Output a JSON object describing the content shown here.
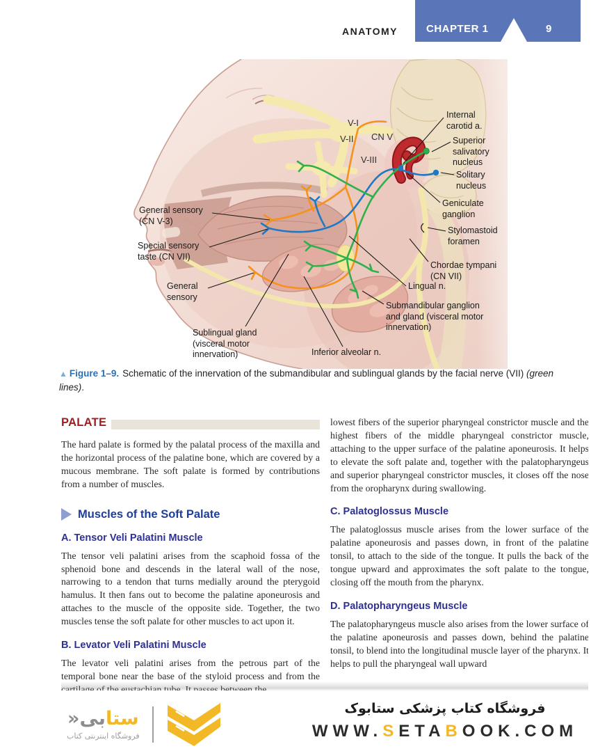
{
  "header": {
    "section_label": "ANATOMY",
    "chapter": "CHAPTER 1",
    "page_number": "9"
  },
  "figure": {
    "nerve_labels": {
      "v1": "V-I",
      "v2": "V-II",
      "cnv": "CN V",
      "v3": "V-III"
    },
    "labels": {
      "general_sensory_cnv3": [
        "General sensory",
        "(CN V-3)"
      ],
      "special_sensory": [
        "Special sensory",
        "taste (CN VII)"
      ],
      "general_sensory": [
        "General",
        "sensory"
      ],
      "sublingual": [
        "Sublingual gland",
        "(visceral motor",
        "innervation)"
      ],
      "inferior_alveolar": [
        "Inferior alveolar n."
      ],
      "internal_carotid": [
        "Internal",
        "carotid a."
      ],
      "superior_salivatory": [
        "Superior",
        "salivatory",
        "nucleus"
      ],
      "solitary": [
        "Solitary",
        "nucleus"
      ],
      "geniculate": [
        "Geniculate",
        "ganglion"
      ],
      "stylomastoid": [
        "Stylomastoid",
        "foramen"
      ],
      "chordae": [
        "Chordae tympani",
        "(CN VII)"
      ],
      "lingual": [
        "Lingual n."
      ],
      "submandibular": [
        "Submandibular ganglion",
        "and gland (visceral motor",
        "innervation)"
      ]
    },
    "caption": {
      "marker": "▲",
      "label": "Figure 1–9.",
      "body": "Schematic of the innervation of the submandibular and sublingual glands by the facial nerve (VII) ",
      "italic": "(green lines)",
      "period": "."
    }
  },
  "content": {
    "left": {
      "palate_heading": "PALATE",
      "palate_text": "The hard palate is formed by the palatal process of the maxilla and the horizontal process of the palatine bone, which are covered by a mucous membrane. The soft palate is formed by contributions from a number of muscles.",
      "muscles_heading": "Muscles of the Soft Palate",
      "a_heading": "A. Tensor Veli Palatini Muscle",
      "a_text": "The tensor veli palatini arises from the scaphoid fossa of the sphenoid bone and descends in the lateral wall of the nose, narrowing to a tendon that turns medially around the pterygoid hamulus. It then fans out to become the palatine aponeurosis and attaches to the muscle of the opposite side. Together, the two muscles tense the soft palate for other muscles to act upon it.",
      "b_heading": "B. Levator Veli Palatini Muscle",
      "b_text": "The levator veli palatini arises from the petrous part of the temporal bone near the base of the styloid process and from the cartilage of the eustachian tube. It passes between the"
    },
    "right": {
      "cont_text": "lowest fibers of the superior pharyngeal constrictor muscle and the highest fibers of the middle pharyngeal constrictor muscle, attaching to the upper surface of the palatine aponeurosis. It helps to elevate the soft palate and, together with the palatopharyngeus and superior pharyngeal constrictor muscles, it closes off the nose from the oropharynx during swallowing.",
      "c_heading": "C. Palatoglossus Muscle",
      "c_text": "The palatoglossus muscle arises from the lower surface of the palatine aponeurosis and passes down, in front of the palatine tonsil, to attach to the side of the tongue. It pulls the back of the tongue upward and approximates the soft palate to the tongue, closing off the mouth from the pharynx.",
      "d_heading": "D. Palatopharyngeus Muscle",
      "d_text": "The palatopharyngeus muscle also arises from the lower surface of the palatine aponeurosis and passes down, behind the palatine tonsil, to blend into the longitudinal muscle layer of the pharynx. It helps to pull the pharyngeal wall upward"
    }
  },
  "footer": {
    "wordmark_chevron": "«",
    "wordmark_left": "بی",
    "wordmark_right": "ستا",
    "logo_subtitle": "فروشگاه اینترنتی کتاب",
    "store_name": "فروشگاه کتاب پزشکی ستابوک",
    "url_parts": [
      "WWW.",
      "S",
      "ETA",
      "B",
      "OOK.COM"
    ]
  },
  "colors": {
    "header_blue": "#5b76b8",
    "heading_red": "#a01d20",
    "muscles_heading_blue": "#1d3e9b",
    "subheading_blue": "#2e3191",
    "caption_blue": "#2d70b3",
    "brand_yellow": "#f2b826",
    "nerve_green": "#2fb04d",
    "nerve_blue": "#1f78c4",
    "nerve_orange": "#f5921e"
  }
}
